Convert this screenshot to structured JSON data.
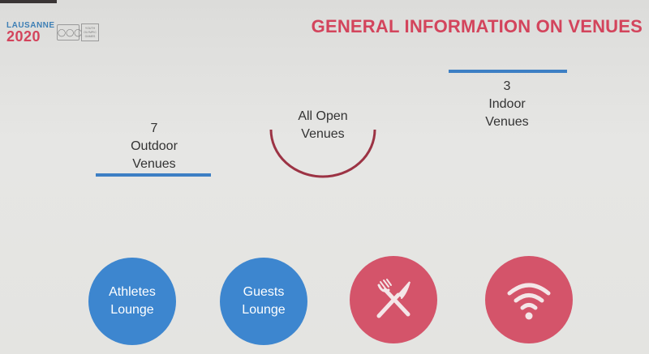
{
  "logo": {
    "word": "LAUSANNE",
    "year": "2020",
    "tag": "YOUTH OLYMPIC GAMES"
  },
  "title": "GENERAL INFORMATION ON VENUES",
  "stats": {
    "outdoor": {
      "number": "7",
      "label1": "Outdoor",
      "label2": "Venues"
    },
    "open": {
      "label1": "All Open",
      "label2": "Venues"
    },
    "indoor": {
      "number": "3",
      "label1": "Indoor",
      "label2": "Venues"
    }
  },
  "services": [
    {
      "label1": "Athletes",
      "label2": "Lounge",
      "icon": "none"
    },
    {
      "label1": "Guests",
      "label2": "Lounge",
      "icon": "none"
    },
    {
      "icon": "fork-knife-icon"
    },
    {
      "icon": "wifi-icon"
    }
  ],
  "colors": {
    "blue": "#3d86cf",
    "red": "#d4546a",
    "title": "#d3445c"
  }
}
